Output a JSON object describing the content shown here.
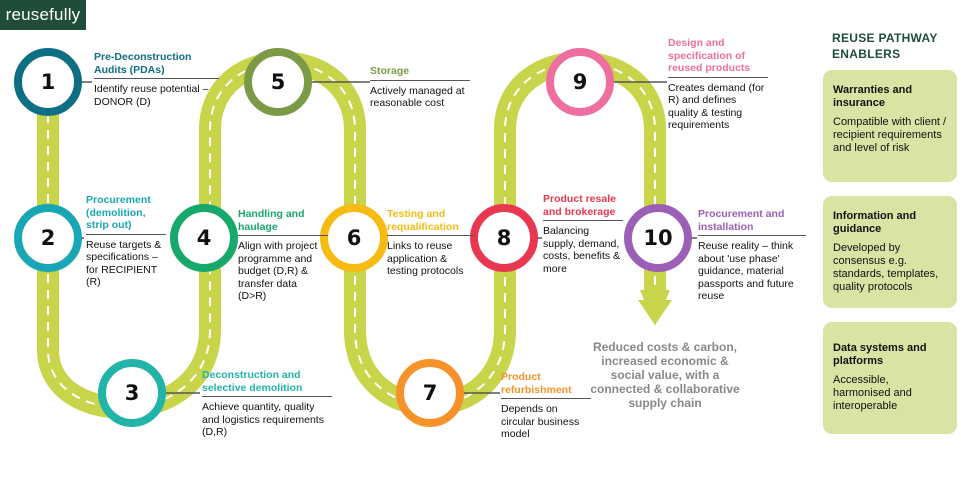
{
  "brand": {
    "logo_text": "reusefully"
  },
  "colors": {
    "road": "#c8d44a",
    "dash": "#ffffff",
    "step1": "#0e6f84",
    "step2": "#1aa7b5",
    "step3": "#22b3a9",
    "step4": "#17a86b",
    "step5": "#7b9a45",
    "step6": "#f5bb13",
    "step7": "#f7922a",
    "step8": "#e8384f",
    "step9": "#ee6f9f",
    "step10": "#9b5fb5",
    "arrow": "#c8d44a",
    "enabler_bg": "#d7e4a4"
  },
  "steps": [
    {
      "number": "1",
      "title": "Pre-Deconstruction Audits (PDAs)",
      "desc": "Identify reuse potential – DONOR (D)"
    },
    {
      "number": "2",
      "title": "Procurement (demolition, strip out)",
      "desc": "Reuse targets & specifications – for RECIPIENT (R)"
    },
    {
      "number": "3",
      "title": "Deconstruction and selective demolition",
      "desc": "Achieve quantity, quality and logistics requirements (D,R)"
    },
    {
      "number": "4",
      "title": "Handling and haulage",
      "desc": "Align with project programme and budget (D,R) & transfer data (D>R)"
    },
    {
      "number": "5",
      "title": "Storage",
      "desc": "Actively managed at reasonable cost"
    },
    {
      "number": "6",
      "title": "Testing and requalification",
      "desc": "Links to reuse application & testing protocols"
    },
    {
      "number": "7",
      "title": "Product refurbishment",
      "desc": "Depends on circular business model"
    },
    {
      "number": "8",
      "title": "Product resale and brokerage",
      "desc": "Balancing supply, demand, costs, benefits & more"
    },
    {
      "number": "9",
      "title": "Design and specification of reused products",
      "desc": "Creates demand (for R) and defines quality & testing requirements"
    },
    {
      "number": "10",
      "title": "Procurement and installation",
      "desc": "Reuse reality – think about 'use phase' guidance, material passports and future reuse"
    }
  ],
  "outcome_text": "Reduced costs & carbon, increased economic & social value, with a connected & collaborative supply chain",
  "enablers": {
    "title": "REUSE PATHWAY ENABLERS",
    "cards": [
      {
        "title": "Warranties and insurance",
        "desc": "Compatible with client / recipient requirements and level of risk"
      },
      {
        "title": "Information and guidance",
        "desc": "Developed by consensus e.g. standards, templates, quality protocols"
      },
      {
        "title": "Data systems and platforms",
        "desc": "Accessible, harmonised and interoperable"
      }
    ]
  }
}
